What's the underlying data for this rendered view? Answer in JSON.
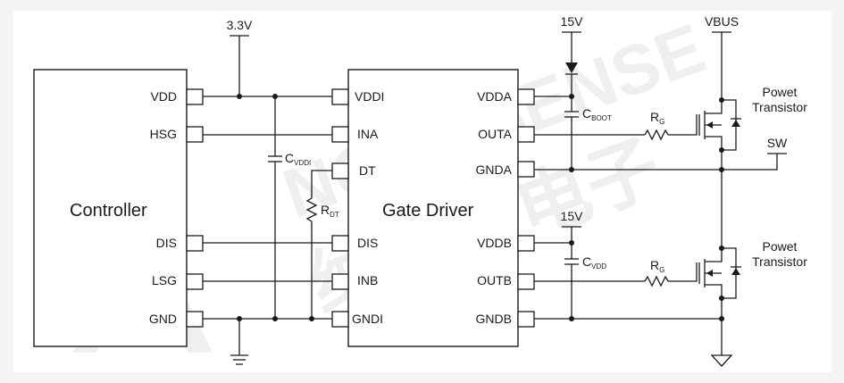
{
  "colors": {
    "background": "#f4f4f4",
    "frame": "#ffffff",
    "ink": "#1a1a1a",
    "watermark": "#e2e2e2"
  },
  "watermark": {
    "latin": "NOVOSENSE",
    "cjk": "纳芯微电子"
  },
  "controller": {
    "title": "Controller",
    "pins": {
      "vdd": "VDD",
      "hsg": "HSG",
      "dis": "DIS",
      "lsg": "LSG",
      "gnd": "GND"
    }
  },
  "gate_driver": {
    "title": "Gate Driver",
    "left_pins": {
      "vddi": "VDDI",
      "ina": "INA",
      "dt": "DT",
      "dis": "DIS",
      "inb": "INB",
      "gndi": "GNDI"
    },
    "right_pins": {
      "vdda": "VDDA",
      "outa": "OUTA",
      "gnda": "GNDA",
      "vddb": "VDDB",
      "outb": "OUTB",
      "gndb": "GNDB"
    }
  },
  "rails": {
    "supply_33": "3.3V",
    "supply_15_top": "15V",
    "supply_15_bottom": "15V",
    "vbus": "VBUS",
    "sw": "SW"
  },
  "components": {
    "c_vddi": {
      "main": "C",
      "sub": "VDDI"
    },
    "r_dt": {
      "main": "R",
      "sub": "DT"
    },
    "c_boot": {
      "main": "C",
      "sub": "BOOT"
    },
    "c_vdd": {
      "main": "C",
      "sub": "VDD"
    },
    "rg_top": {
      "main": "R",
      "sub": "G"
    },
    "rg_bottom": {
      "main": "R",
      "sub": "G"
    }
  },
  "transistors": {
    "top": {
      "line1": "Powet",
      "line2": "Transistor"
    },
    "bottom": {
      "line1": "Powet",
      "line2": "Transistor"
    }
  }
}
